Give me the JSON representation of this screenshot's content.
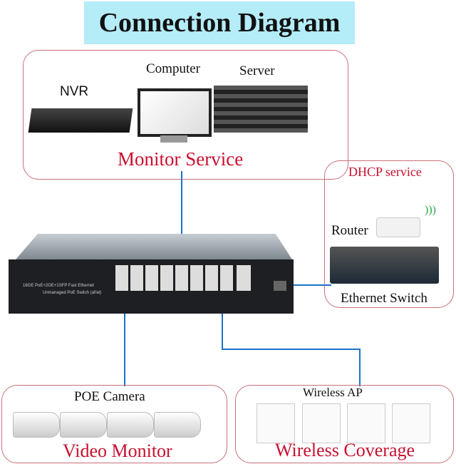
{
  "title": "Connection Diagram",
  "monitor": {
    "nvr": "NVR",
    "computer": "Computer",
    "server": "Server",
    "caption": "Monitor Service"
  },
  "dhcp": {
    "caption": "DHCP service",
    "router": "Router",
    "switch": "Ethernet Switch"
  },
  "poe_switch": {
    "line1": "16GE PoE+2GE+1SFP Fast Ethernet",
    "line2": "Unmanaged PoE Switch (af/at)"
  },
  "video": {
    "camera": "POE Camera",
    "caption": "Video Monitor"
  },
  "wireless": {
    "ap": "Wireless AP",
    "caption": "Wireless Coverage"
  },
  "colors": {
    "title_bg": "#b4ecf8",
    "caption": "#c8102e",
    "cable": "#1a73c9"
  }
}
